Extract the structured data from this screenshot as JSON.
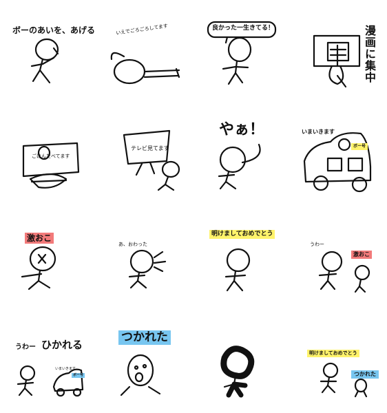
{
  "stickers": [
    {
      "caption": "ボーのあいを、あげる"
    },
    {
      "caption": "いえでごろごろしてます"
    },
    {
      "caption": "良かった一生きてる！"
    },
    {
      "caption": "漫画に集中"
    },
    {
      "caption": "ごはんたべてます"
    },
    {
      "caption": "テレビ見てます"
    },
    {
      "caption": "やぁ！"
    },
    {
      "caption": "いまいきます",
      "car_label": "ボー号"
    },
    {
      "caption": "激おこ"
    },
    {
      "caption": "あ、おわった"
    },
    {
      "caption": "明けましておめでとう"
    },
    {
      "caption": "うわー",
      "badge": "激おこ"
    },
    {
      "caption_small": "うわー",
      "caption_big": "ひかれる",
      "car_caption": "いまいきます",
      "car_label": "ボー号"
    },
    {
      "caption": "つかれた"
    },
    {
      "caption": ""
    },
    {
      "caption": "明けましておめでとう",
      "badge": "つかれた"
    }
  ]
}
